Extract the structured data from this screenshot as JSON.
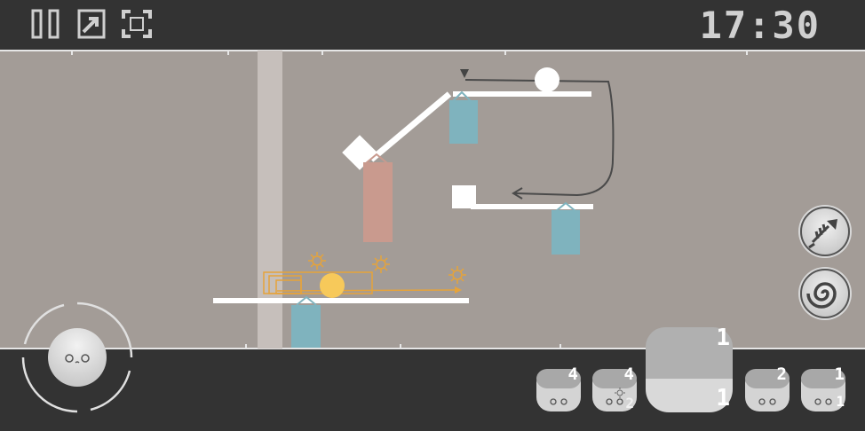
{
  "hud": {
    "timer": "17:30",
    "pause_icon": "pause-icon",
    "restart_icon": "restart-icon",
    "fullscreen_icon": "fullscreen-icon"
  },
  "abilities": [
    {
      "icon": "fish-bone-dash-icon"
    },
    {
      "icon": "spiral-vortex-icon"
    }
  ],
  "characters": [
    {
      "count_top": "4",
      "count_bottom": ""
    },
    {
      "count_top": "4",
      "count_bottom": "2"
    },
    {
      "count_top": "1",
      "count_bottom": "1",
      "selected": true
    },
    {
      "count_top": "2",
      "count_bottom": ""
    },
    {
      "count_top": "1",
      "count_bottom": "1"
    }
  ],
  "colors": {
    "background": "#a39c97",
    "bars": "#333333",
    "teal_block": "#7fb3be",
    "salmon_block": "#c99a8e",
    "ball": "#f7c95a",
    "guide": "#e6a33a"
  }
}
